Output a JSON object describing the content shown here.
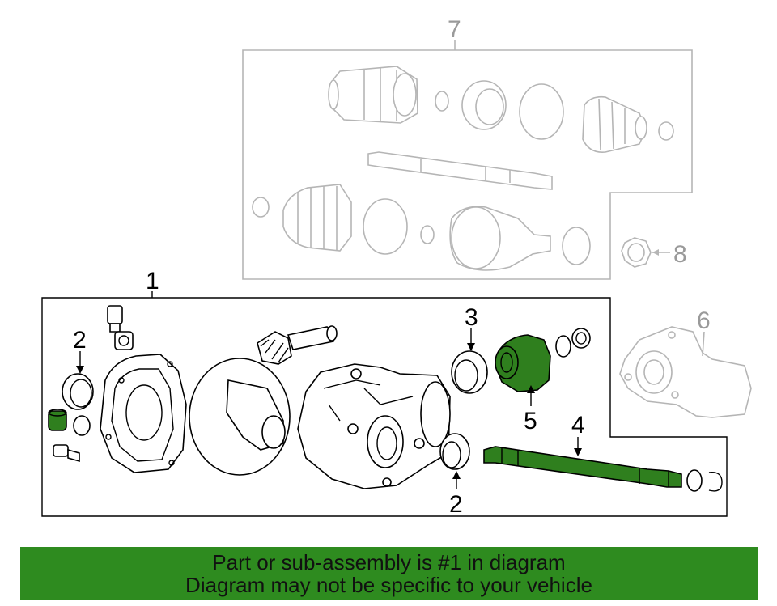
{
  "callouts": {
    "c1": "1",
    "c2a": "2",
    "c2b": "2",
    "c3": "3",
    "c4": "4",
    "c5": "5",
    "c6": "6",
    "c7": "7",
    "c8": "8"
  },
  "banner": {
    "line1": "Part or sub-assembly is #1 in diagram",
    "line2": "Diagram may not be specific to your vehicle"
  },
  "colors": {
    "highlight": "#2f7f1e",
    "banner": "#2e8b1f",
    "ghost": "#b5b5b5"
  }
}
